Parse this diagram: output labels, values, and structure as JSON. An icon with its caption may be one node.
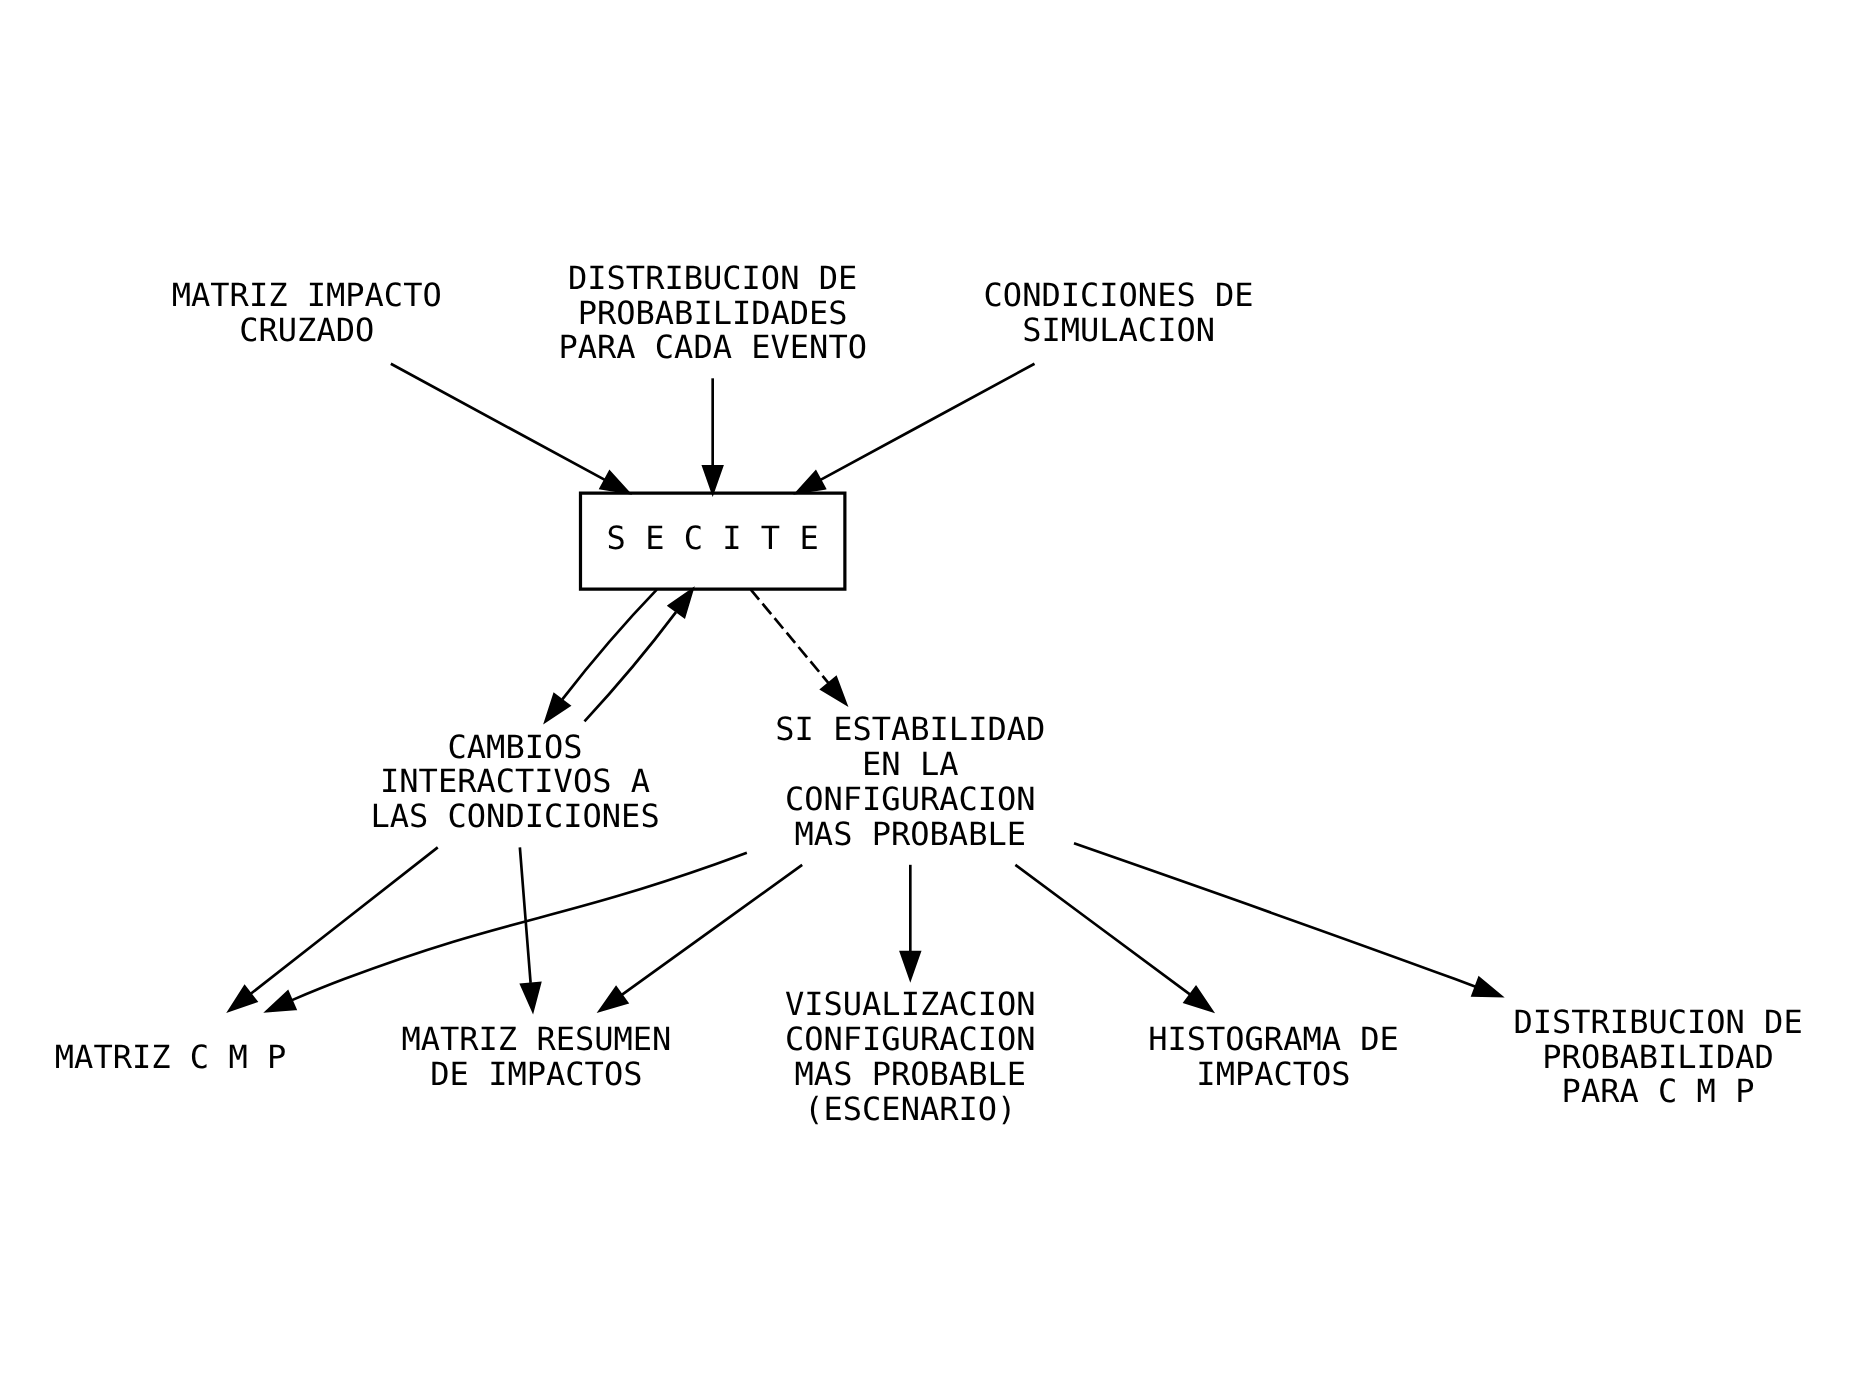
{
  "diagram": {
    "nodes": [
      {
        "text": [
          "MATRIZ IMPACTO CRUZADO"
        ]
      },
      {
        "text": [
          "DISTRIBUCION DE PROBABILIDADES PARA CADA EVENTO"
        ]
      },
      {
        "text": [
          "CONDICIONES DE SIMULACION"
        ]
      },
      {
        "text": [
          "S E C I T E"
        ]
      },
      {
        "text": [
          "CAMBIOS INTERACTIVOS A LAS CONDICIONES"
        ]
      },
      {
        "text": [
          "SI ESTABILIDAD EN LA CONFIGURACION MAS PROBABLE"
        ]
      },
      {
        "text": [
          "MATRIZ RESUMEN DE IMPACTOS"
        ]
      },
      {
        "text": [
          "MATRIZ C M P"
        ]
      },
      {
        "text": [
          "VISUALIZACION CONFIGURACION MAS PROBABLE (ESCENARIO)"
        ]
      },
      {
        "text": [
          "HISTOGRAMA DE IMPACTOS"
        ]
      },
      {
        "text": [
          "DISTRIBUCION DE PROBABILIDAD PARA C M P"
        ]
      }
    ],
    "edges": [
      {
        "from": 0,
        "to": 3,
        "arrow": "to"
      },
      {
        "from": 1,
        "to": 3,
        "arrow": "to"
      },
      {
        "from": 2,
        "to": 3,
        "arrow": "to"
      },
      {
        "from": 3,
        "to": 4,
        "arrow": "to"
      },
      {
        "from": 4,
        "to": 3,
        "arrow": "to"
      },
      {
        "from": 3,
        "to": 5,
        "arrow": "to",
        "style": "dashed"
      },
      {
        "from": 4,
        "to": 6,
        "arrow": "to"
      },
      {
        "from": 4,
        "to": 7,
        "arrow": "to"
      },
      {
        "from": 5,
        "to": 6,
        "arrow": "to"
      },
      {
        "from": 5,
        "to": 7,
        "arrow": "to"
      },
      {
        "from": 5,
        "to": 8,
        "arrow": "to"
      },
      {
        "from": 5,
        "to": 9,
        "arrow": "to"
      },
      {
        "from": 5,
        "to": 10,
        "arrow": "to"
      }
    ]
  }
}
